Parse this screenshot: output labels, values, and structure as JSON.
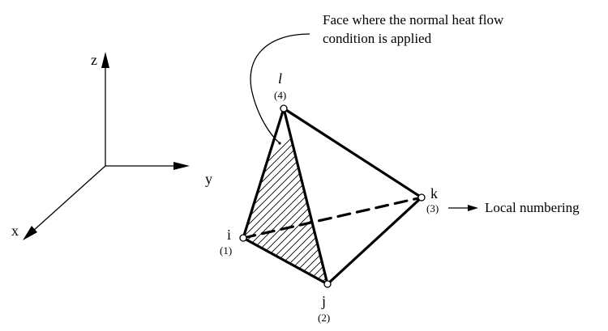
{
  "axes": {
    "x_label": "x",
    "y_label": "y",
    "z_label": "z"
  },
  "nodes": [
    {
      "id": "l",
      "label": "l",
      "local_number": "(4)"
    },
    {
      "id": "i",
      "label": "i",
      "local_number": "(1)"
    },
    {
      "id": "j",
      "label": "j",
      "local_number": "(2)"
    },
    {
      "id": "k",
      "label": "k",
      "local_number": "(3)"
    }
  ],
  "annotations": {
    "face_line1": "Face where the normal heat flow",
    "face_line2": "condition is applied",
    "local_numbering": "Local numbering"
  },
  "colors": {
    "ink": "#000000",
    "background": "#ffffff"
  }
}
